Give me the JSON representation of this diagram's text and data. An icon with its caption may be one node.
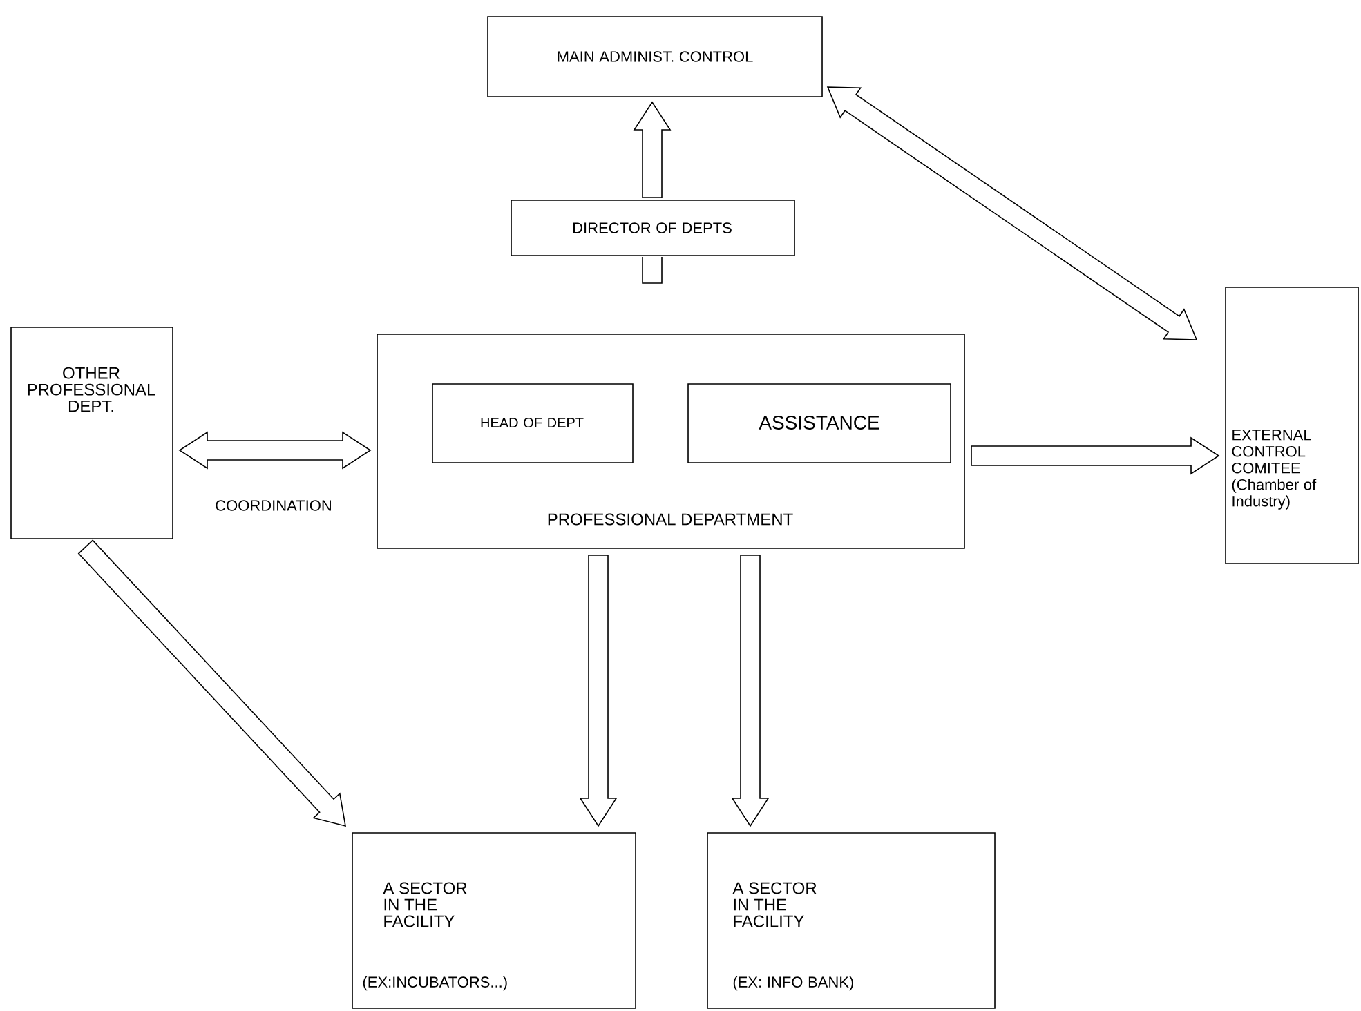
{
  "diagram": {
    "nodes": [
      {
        "text": [
          "MAIN ADMINIST. CONTROL"
        ]
      },
      {
        "text": [
          "DIRECTOR OF DEPTS"
        ]
      },
      {
        "text": [
          "OTHER PROFESSIONAL DEPT."
        ]
      },
      {
        "text": [
          "PROFESSIONAL DEPARTMENT"
        ]
      },
      {
        "text": [
          "HEAD OF DEPT"
        ],
        "in": 3
      },
      {
        "text": [
          "ASSISTANCE"
        ],
        "in": 3
      },
      {
        "text": [
          "EXTERNAL CONTROL COMITEE (Chamber of Industry)"
        ]
      },
      {
        "text": [
          "A SECTOR IN THE FACILITY",
          "(EX:INCUBATORS...)"
        ]
      },
      {
        "text": [
          "A SECTOR IN THE FACILITY",
          "(EX: INFO BANK)"
        ]
      }
    ],
    "edges": [
      {
        "from": 2,
        "to": 3,
        "arrow": "both",
        "label": "COORDINATION"
      },
      {
        "from": 1,
        "to": 0,
        "arrow": "to"
      },
      {
        "from": 0,
        "to": 6,
        "arrow": "both"
      },
      {
        "from": 3,
        "to": 6,
        "arrow": "to"
      },
      {
        "from": 3,
        "to": 7,
        "arrow": "to"
      },
      {
        "from": 3,
        "to": 8,
        "arrow": "to"
      },
      {
        "from": 2,
        "to": 7,
        "arrow": "to"
      }
    ]
  }
}
